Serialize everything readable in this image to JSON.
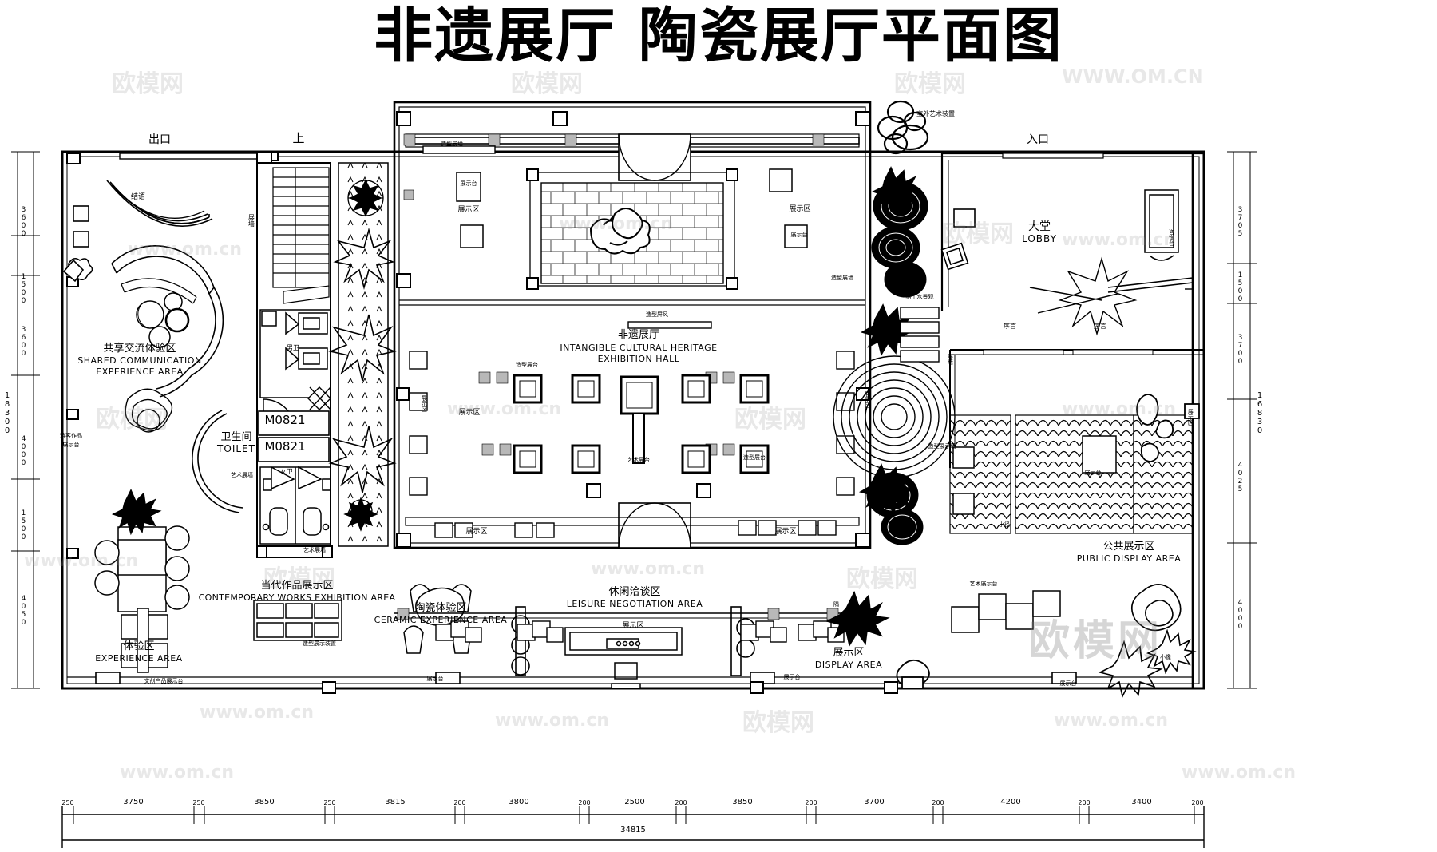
{
  "title": "非遗展厅 陶瓷展厅平面图",
  "drawing_type": "architectural-floor-plan",
  "rooms": [
    {
      "id": "shared-communication",
      "cn": "共享交流体验区",
      "en": "SHARED COMMUNICATION EXPERIENCE AREA"
    },
    {
      "id": "toilet",
      "cn": "卫生间",
      "en": "TOILET"
    },
    {
      "id": "experience-area",
      "cn": "体验区",
      "en": "EXPERIENCE AREA"
    },
    {
      "id": "contemporary-works",
      "cn": "当代作品展示区",
      "en": "CONTEMPORARY WORKS EXHIBITION AREA"
    },
    {
      "id": "ceramic-experience",
      "cn": "陶瓷体验区",
      "en": "CERAMIC EXPERIENCE AREA"
    },
    {
      "id": "leisure-negotiation",
      "cn": "休闲洽谈区",
      "en": "LEISURE NEGOTIATION AREA"
    },
    {
      "id": "intangible-hall",
      "cn": "非遗展厅",
      "en": "INTANGIBLE CULTURAL HERITAGE EXHIBITION HALL"
    },
    {
      "id": "lobby",
      "cn": "大堂",
      "en": "LOBBY"
    },
    {
      "id": "public-display",
      "cn": "公共展示区",
      "en": "PUBLIC DISPLAY AREA"
    },
    {
      "id": "display-area-bottom",
      "cn": "展示区",
      "en": "DISPLAY AREA"
    }
  ],
  "annotations": {
    "exit": "出口",
    "entrance": "入口",
    "up_stair": "上",
    "epilogue": "结语",
    "mens_toilet": "男卫",
    "womens_toilet": "女卫",
    "door_code_1": "M0821",
    "door_code_2": "M0821",
    "display_wall": "展墙",
    "art_display_wall": "艺术展墙",
    "shaped_display_wall": "造型展墙",
    "shaped_screen": "造型屏风",
    "shaped_platform": "造型展台",
    "shaped_display_device": "造型展示装置",
    "art_display_stand": "艺术展示台",
    "art_display_platform": "艺术展台",
    "display_stand": "展示台",
    "display_zone": "展示区",
    "visitor_works_stand": "游客作品展示台",
    "outdoor_art_installation": "室外艺术装置",
    "dry_landscape": "枯山水景观",
    "preface": "序言",
    "path": "小径",
    "consult_desk": "咨询台",
    "cultural_product_stand": "文创产品展示台",
    "shaped_display_wall_2": "造型展示墙",
    "small_sculpture": "小像",
    "stone": "一隅"
  },
  "dimensions": {
    "bottom_chain": [
      "250",
      "3750",
      "250",
      "3850",
      "250",
      "3815",
      "200",
      "3800",
      "200",
      "2500",
      "200",
      "3850",
      "200",
      "3700",
      "200",
      "4200",
      "200",
      "3400",
      "200"
    ],
    "bottom_total": "34815",
    "left_chain": [
      "3600",
      "1500",
      "3600",
      "4000",
      "1500",
      "4050"
    ],
    "left_total": "18300",
    "right_chain": [
      "3705",
      "1500",
      "3700",
      "4025",
      "4000"
    ],
    "right_total": "16830"
  },
  "watermarks": {
    "w1": "欧模网",
    "w2": "www.om.cn",
    "w3": "WWW.OM.CN"
  }
}
